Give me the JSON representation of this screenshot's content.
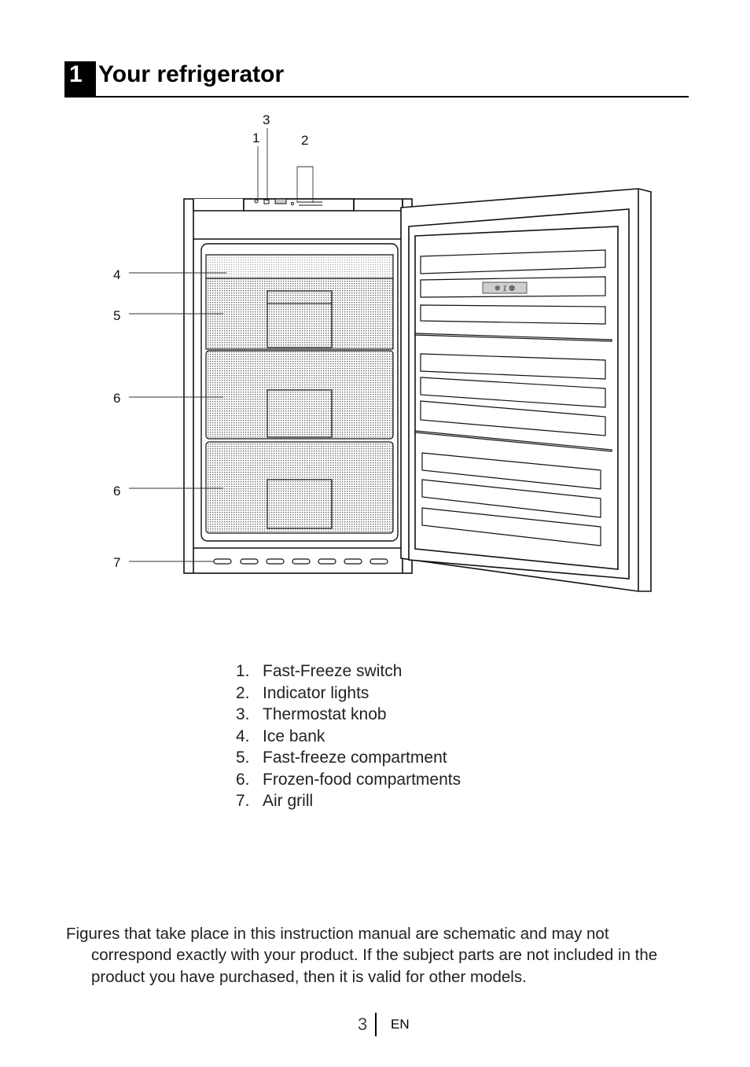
{
  "section": {
    "number": "1",
    "title": "Your refrigerator"
  },
  "diagram": {
    "callouts": [
      "1",
      "2",
      "3",
      "4",
      "5",
      "6",
      "6",
      "7"
    ],
    "door_panel_symbols": "❄ ⁒ ❆"
  },
  "parts_list": [
    {
      "num": "1.",
      "label": "Fast-Freeze switch"
    },
    {
      "num": "2.",
      "label": "Indicator lights"
    },
    {
      "num": "3.",
      "label": "Thermostat knob"
    },
    {
      "num": "4.",
      "label": "Ice bank"
    },
    {
      "num": "5.",
      "label": "Fast-freeze compartment"
    },
    {
      "num": "6.",
      "label": "Frozen-food compartments"
    },
    {
      "num": "7.",
      "label": "Air grill"
    }
  ],
  "note": "Figures that take place in this instruction manual are schematic and may not correspond exactly with your product. If the subject parts are not included in the product you have purchased, then it is valid for other models.",
  "footer": {
    "page_number": "3",
    "language": "EN"
  }
}
